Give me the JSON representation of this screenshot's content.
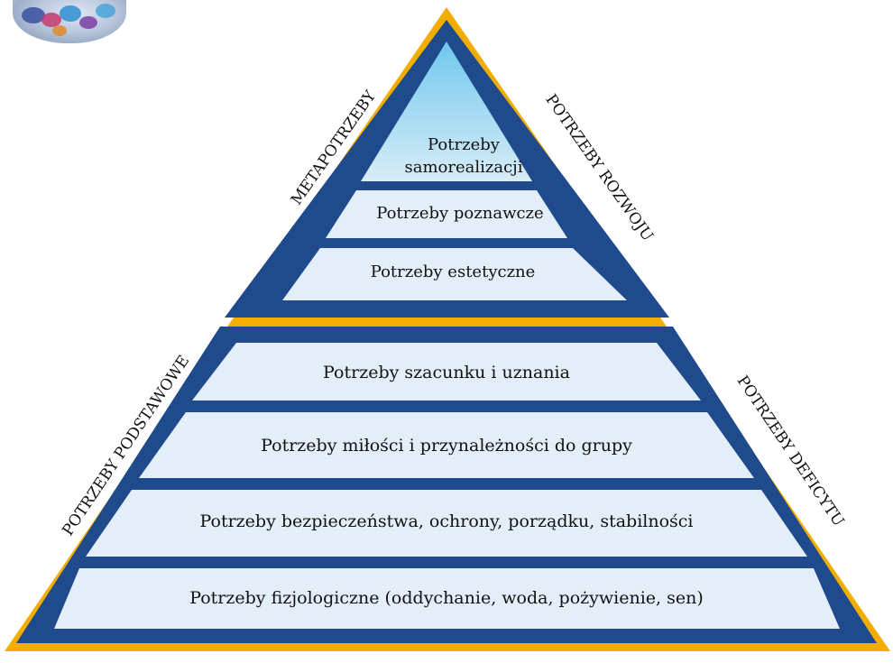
{
  "side_labels": {
    "meta": "METAPOTRZEBY",
    "growth": "POTRZEBY ROZWOJU",
    "basic": "POTRZEBY PODSTAWOWE",
    "deficit": "POTRZEBY DEFICYTU"
  },
  "upper_levels": [
    {
      "lines": [
        "Potrzeby",
        "samorealizacji"
      ]
    },
    {
      "lines": [
        "Potrzeby poznawcze"
      ]
    },
    {
      "lines": [
        "Potrzeby estetyczne"
      ]
    }
  ],
  "lower_levels": [
    {
      "lines": [
        "Potrzeby szacunku i uznania"
      ]
    },
    {
      "lines": [
        "Potrzeby miłości i przynależności do grupy"
      ]
    },
    {
      "lines": [
        "Potrzeby bezpieczeństwa, ochrony, porządku, stabilności"
      ]
    },
    {
      "lines": [
        "Potrzeby fizjologiczne (oddychanie, woda, pożywienie, sen)"
      ]
    }
  ],
  "colors": {
    "gold": "#f2ad00",
    "navy": "#1f4a8c",
    "light_fill": "#e3eef8",
    "top_fill_start": "#6fc8ee",
    "top_fill_end": "#d9ecf7"
  }
}
